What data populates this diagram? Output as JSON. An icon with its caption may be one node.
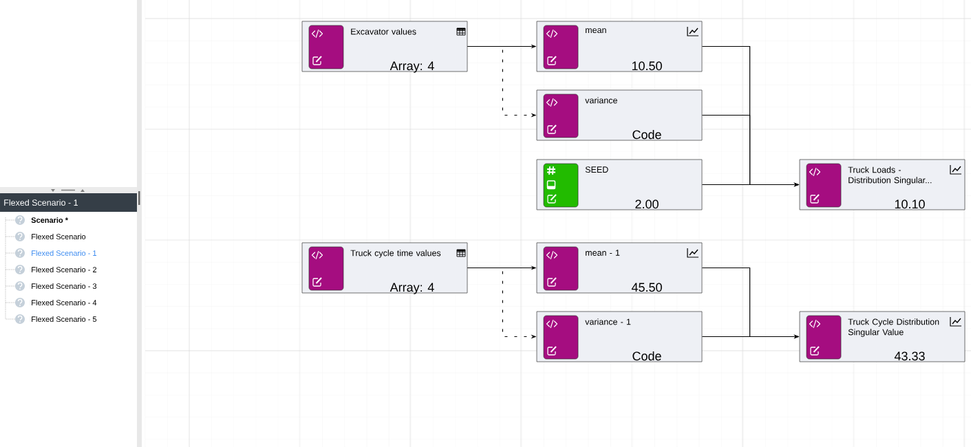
{
  "diagram": {
    "nodes": [
      {
        "text": [
          "Excavator values",
          "Array:  4"
        ]
      },
      {
        "text": [
          "mean",
          "10.50"
        ]
      },
      {
        "text": [
          "variance",
          "Code"
        ]
      },
      {
        "text": [
          "SEED",
          "2.00"
        ]
      },
      {
        "text": [
          "Truck Loads - Distribution Singular...",
          "10.10"
        ]
      },
      {
        "text": [
          "Truck cycle time values",
          "Array:  4"
        ]
      },
      {
        "text": [
          "mean - 1",
          "45.50"
        ]
      },
      {
        "text": [
          "variance - 1",
          "Code"
        ]
      },
      {
        "text": [
          "Truck Cycle Distribution Singular Value",
          "43.33"
        ]
      },
      {
        "text": [
          "Flexed Scenario - 1"
        ]
      }
    ],
    "edges": [
      {
        "from": 0,
        "to": 1,
        "arrow": "to"
      },
      {
        "from": 0,
        "to": 2,
        "arrow": "to",
        "style": "dashed"
      },
      {
        "from": 1,
        "to": 4,
        "arrow": "to"
      },
      {
        "from": 2,
        "to": 4,
        "arrow": "to"
      },
      {
        "from": 3,
        "to": 4,
        "arrow": "to"
      },
      {
        "from": 5,
        "to": 6,
        "arrow": "to"
      },
      {
        "from": 5,
        "to": 7,
        "arrow": "to",
        "style": "dashed"
      },
      {
        "from": 6,
        "to": 8,
        "arrow": "to"
      },
      {
        "from": 7,
        "to": 8,
        "arrow": "to"
      }
    ],
    "labels": [
      "Scenario *",
      "Flexed Scenario",
      "Flexed Scenario - 1",
      "Flexed Scenario - 2",
      "Flexed Scenario - 3",
      "Flexed Scenario - 4",
      "Flexed Scenario - 5"
    ]
  }
}
